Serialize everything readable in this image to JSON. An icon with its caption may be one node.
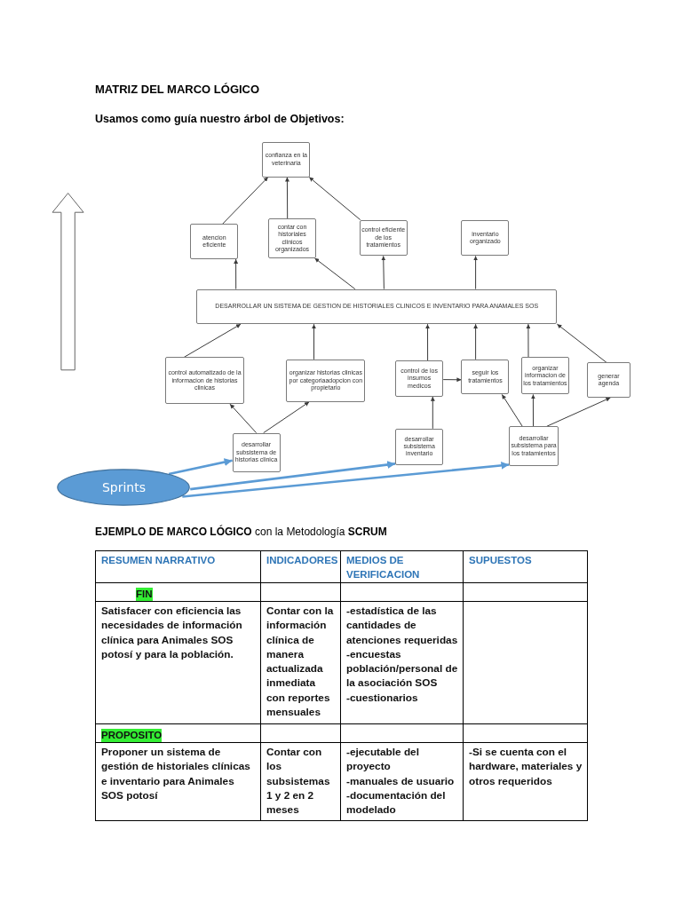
{
  "diagram": {
    "title": "MATRIZ DEL MARCO LÓGICO",
    "nodes": [
      {
        "text": [
          "confianza en la veterinaria"
        ]
      },
      {
        "text": [
          "atencion eficiente"
        ]
      },
      {
        "text": [
          "contar con historiales clinicos organizados"
        ]
      },
      {
        "text": [
          "control eficiente de los tratamientos"
        ]
      },
      {
        "text": [
          "inventario organizado"
        ]
      },
      {
        "text": [
          "DESARROLLAR UN SISTEMA DE GESTION DE HISTORIALES CLINICOS E INVENTARIO PARA ANAMALES SOS"
        ]
      },
      {
        "text": [
          "control automatizado de la informacion de historias clinicas"
        ]
      },
      {
        "text": [
          "organizar historias clinicas por categoriaadopcion con propietario"
        ]
      },
      {
        "text": [
          "control de los insumos medicos"
        ]
      },
      {
        "text": [
          "seguir los tratamientos"
        ]
      },
      {
        "text": [
          "organizar informacion de los tratamientos"
        ]
      },
      {
        "text": [
          "generar agenda"
        ]
      },
      {
        "text": [
          "desarrollar subsistema de historias clinica"
        ]
      },
      {
        "text": [
          "desarrollar subsistema inventario"
        ]
      },
      {
        "text": [
          "desarrollar subsistema para los tratamientos"
        ]
      },
      {
        "text": [
          "Sprints"
        ]
      }
    ],
    "edges": [
      {
        "from": 1,
        "to": 0,
        "arrow": "to"
      },
      {
        "from": 2,
        "to": 0,
        "arrow": "to"
      },
      {
        "from": 3,
        "to": 0,
        "arrow": "to"
      },
      {
        "from": 5,
        "to": 1,
        "arrow": "to"
      },
      {
        "from": 5,
        "to": 2,
        "arrow": "to"
      },
      {
        "from": 5,
        "to": 3,
        "arrow": "to"
      },
      {
        "from": 5,
        "to": 4,
        "arrow": "to"
      },
      {
        "from": 6,
        "to": 5,
        "arrow": "to"
      },
      {
        "from": 7,
        "to": 5,
        "arrow": "to"
      },
      {
        "from": 8,
        "to": 5,
        "arrow": "to"
      },
      {
        "from": 9,
        "to": 5,
        "arrow": "to"
      },
      {
        "from": 10,
        "to": 5,
        "arrow": "to"
      },
      {
        "from": 11,
        "to": 5,
        "arrow": "to"
      },
      {
        "from": 8,
        "to": 9,
        "arrow": "to"
      },
      {
        "from": 12,
        "to": 6,
        "arrow": "to"
      },
      {
        "from": 12,
        "to": 7,
        "arrow": "to"
      },
      {
        "from": 13,
        "to": 8,
        "arrow": "to"
      },
      {
        "from": 14,
        "to": 9,
        "arrow": "to"
      },
      {
        "from": 14,
        "to": 10,
        "arrow": "to"
      },
      {
        "from": 14,
        "to": 11,
        "arrow": "to"
      },
      {
        "from": 15,
        "to": 12,
        "arrow": "to",
        "style": "thick",
        "color": "#5b9bd5"
      },
      {
        "from": 15,
        "to": 13,
        "arrow": "to",
        "style": "thick",
        "color": "#5b9bd5"
      },
      {
        "from": 15,
        "to": 14,
        "arrow": "to",
        "style": "thick",
        "color": "#5b9bd5"
      }
    ],
    "labels": [
      "Usamos como guía nuestro árbol de Objetivos:",
      "**EJEMPLO DE MARCO LÓGICO** con la Metodología **SCRUM**",
      "RESUMEN NARRATIVO",
      "INDICADORES",
      "MEDIOS DE VERIFICACION",
      "SUPUESTOS",
      "FIN",
      "Satisfacer con eficiencia las necesidades de información clínica para Animales SOS potosí y para la población.",
      "Contar con la información clínica de manera actualizada inmediata con reportes mensuales",
      "-estadística de las cantidades de atenciones requeridas",
      "-encuestas población/personal de la asociación SOS",
      "-cuestionarios",
      "PROPOSITO",
      "Proponer un sistema de gestión de historiales clínicas e inventario para Animales SOS potosí",
      "Contar con los subsistemas 1 y 2 en 2 meses",
      "-ejecutable del proyecto",
      "-manuales de usuario",
      "-documentación del modelado",
      "-Si se cuenta con el hardware, materiales y otros requeridos"
    ]
  }
}
